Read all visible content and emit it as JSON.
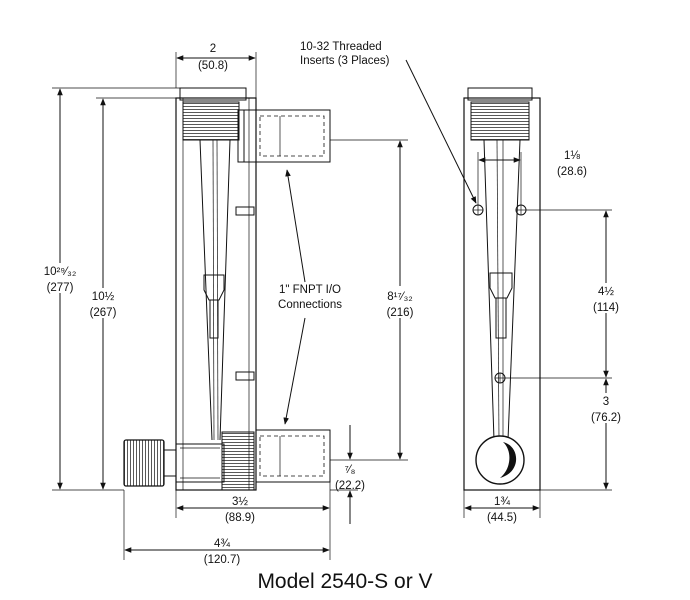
{
  "title": "Model 2540-S or V",
  "notes": {
    "inserts_line1": "10-32 Threaded",
    "inserts_line2": "Inserts (3 Places)",
    "fnpt_line1": "1\" FNPT I/O",
    "fnpt_line2": "Connections"
  },
  "dimensions": {
    "top_width": {
      "in": "2",
      "mm": "(50.8)"
    },
    "overall_height": {
      "in": "10²⁹⁄₃₂",
      "mm": "(277)"
    },
    "body_height": {
      "in": "10½",
      "mm": "(267)"
    },
    "port_spacing": {
      "in": "8¹⁷⁄₃₂",
      "mm": "(216)"
    },
    "port_offset": {
      "in": "⁷⁄₈",
      "mm": "(22.2)"
    },
    "bottom_width": {
      "in": "3½",
      "mm": "(88.9)"
    },
    "overall_width": {
      "in": "4¾",
      "mm": "(120.7)"
    },
    "insert_spacing": {
      "in": "1⅛",
      "mm": "(28.6)"
    },
    "insert_vertical": {
      "in": "4½",
      "mm": "(114)"
    },
    "insert_bottom": {
      "in": "3",
      "mm": "(76.2)"
    },
    "side_width": {
      "in": "1¾",
      "mm": "(44.5)"
    }
  }
}
